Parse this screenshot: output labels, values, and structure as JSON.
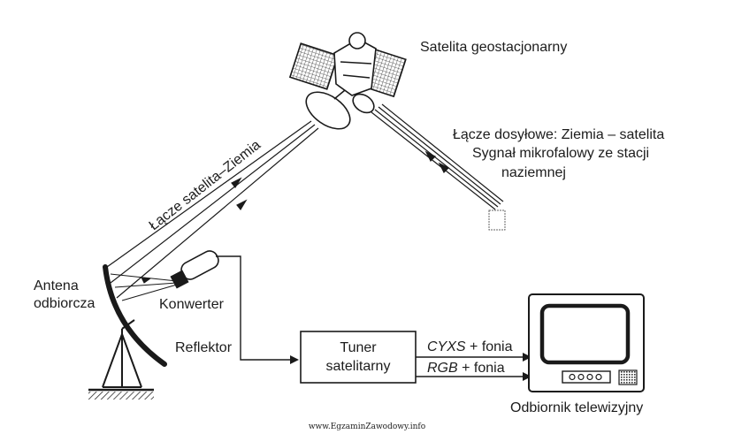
{
  "labels": {
    "satellite": "Satelita geostacjonarny",
    "uplink_line1": "Łącze dosyłowe: Ziemia – satelita",
    "uplink_line2": "Sygnał mikrofalowy ze stacji",
    "uplink_line3": "naziemnej",
    "downlink": "Łącze satelita–Ziemia",
    "antenna_line1": "Antena",
    "antenna_line2": "odbiorcza",
    "converter": "Konwerter",
    "reflector": "Reflektor",
    "tuner_line1": "Tuner",
    "tuner_line2": "satelitarny",
    "signal1_name": "CYXS",
    "signal1_suffix": " + fonia",
    "signal2_name": "RGB",
    "signal2_suffix": " + fonia",
    "tv": "Odbiornik telewizyjny"
  },
  "footer": "www.EgzaminZawodowy.info"
}
